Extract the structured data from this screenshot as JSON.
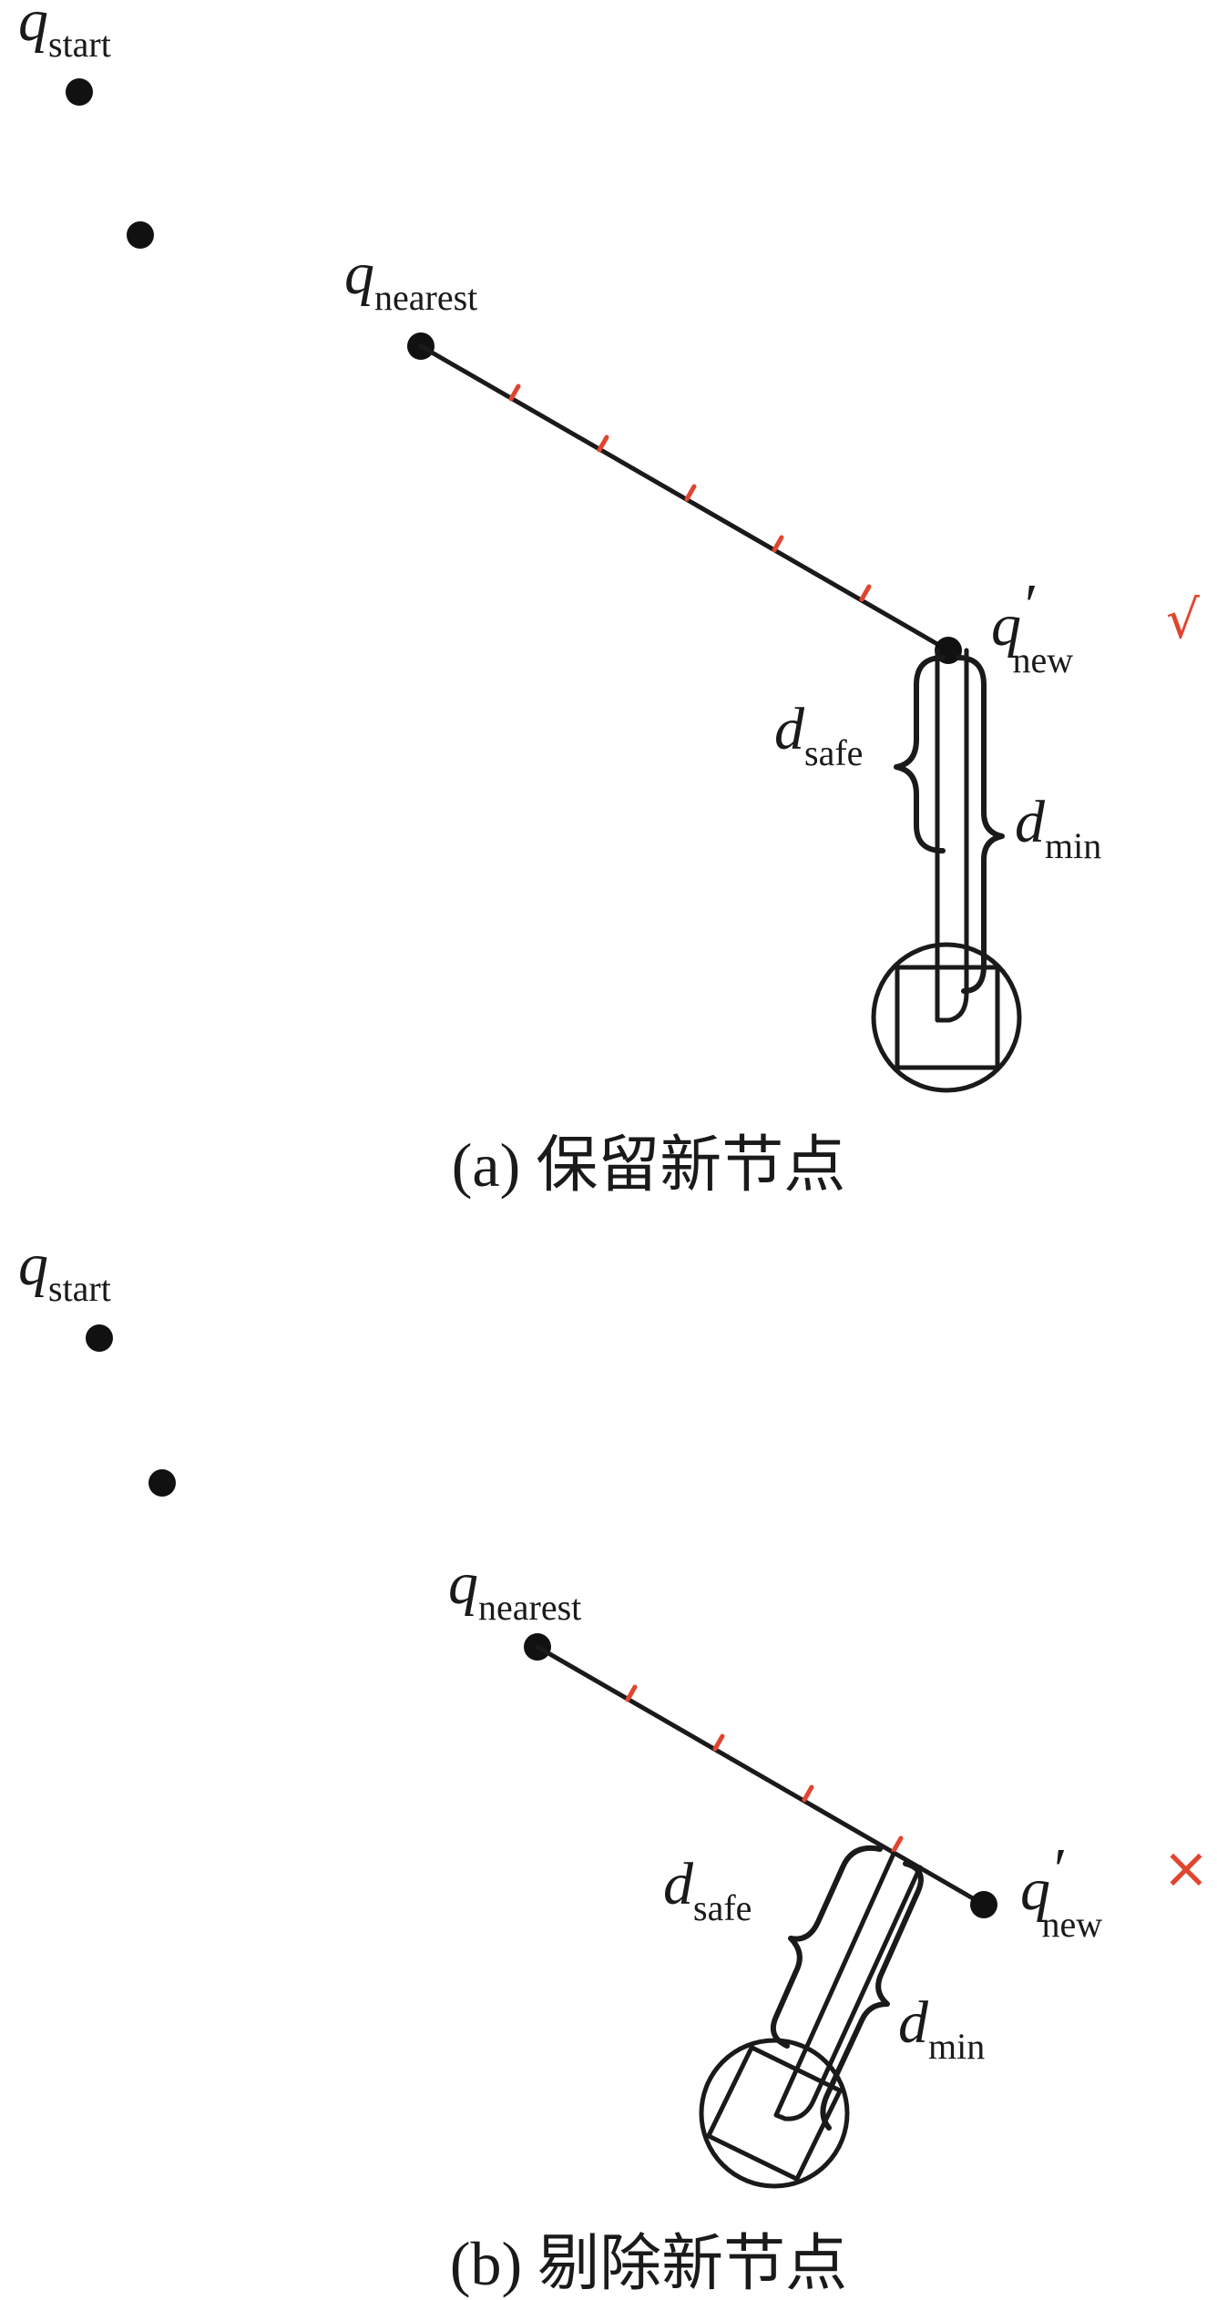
{
  "panel_a": {
    "label_start": "q",
    "label_start_sub": "start",
    "label_nearest": "q",
    "label_nearest_sub": "nearest",
    "label_new": "q",
    "label_new_prime": "′",
    "label_new_sub": "new",
    "label_safe": "d",
    "label_safe_sub": "safe",
    "label_min": "d",
    "label_min_sub": "min",
    "result_mark": "√",
    "caption": "(a) 保留新节点"
  },
  "panel_b": {
    "label_start": "q",
    "label_start_sub": "start",
    "label_nearest": "q",
    "label_nearest_sub": "nearest",
    "label_new": "q",
    "label_new_prime": "′",
    "label_new_sub": "new",
    "label_safe": "d",
    "label_safe_sub": "safe",
    "label_min": "d",
    "label_min_sub": "min",
    "result_mark": "×",
    "caption": "(b) 剔除新节点"
  },
  "colors": {
    "ink": "#1a1a1a",
    "accent": "#e0452f"
  }
}
